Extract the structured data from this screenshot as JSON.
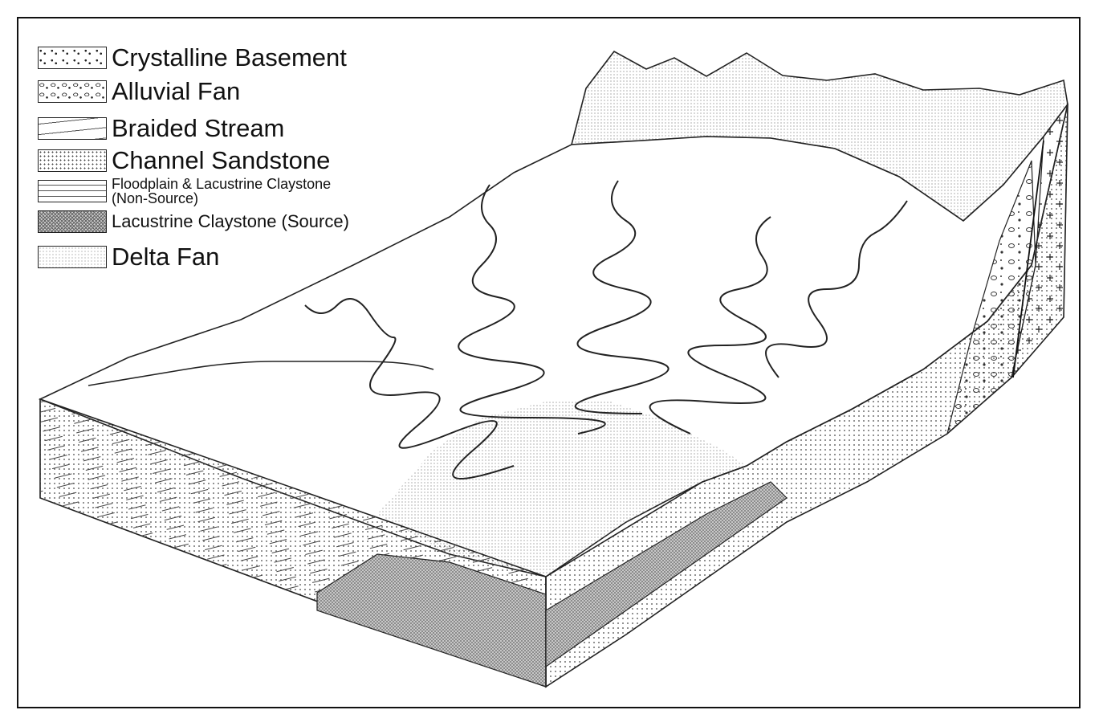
{
  "legend": {
    "items": [
      {
        "key": "crystalline_basement",
        "label": "Crystalline Basement"
      },
      {
        "key": "alluvial_fan",
        "label": "Alluvial Fan"
      },
      {
        "key": "braided_stream",
        "label": "Braided Stream"
      },
      {
        "key": "channel_sandstone",
        "label": "Channel Sandstone"
      },
      {
        "key": "floodplain_lacustrine_claystone",
        "label": "Floodplain & Lacustrine Claystone",
        "sublabel": "(Non-Source)"
      },
      {
        "key": "lacustrine_claystone_source",
        "label": "Lacustrine Claystone (Source)"
      },
      {
        "key": "delta_fan",
        "label": "Delta Fan"
      }
    ]
  },
  "colors": {
    "ink": "#111111",
    "background": "#ffffff",
    "source_fill": "#cfcfcf"
  }
}
